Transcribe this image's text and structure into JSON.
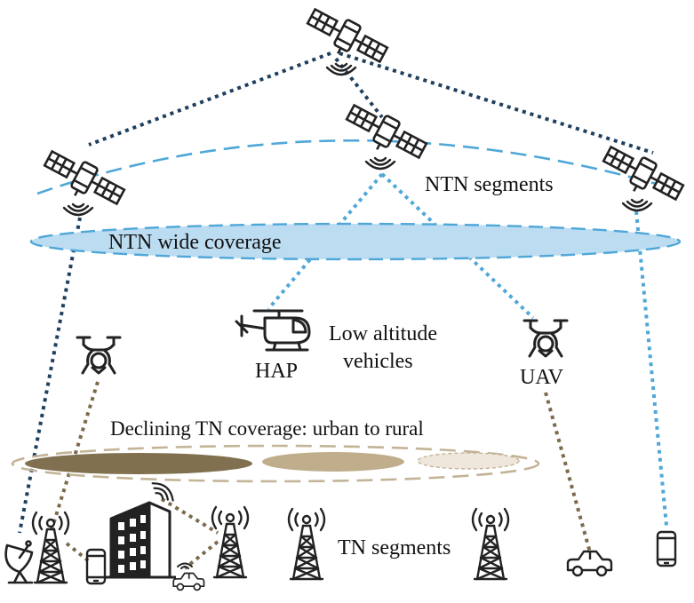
{
  "labels": {
    "ntn_segments": "NTN segments",
    "ntn_wide_coverage": "NTN wide coverage",
    "low_altitude_line1": "Low altitude",
    "low_altitude_line2": "vehicles",
    "hap": "HAP",
    "uav": "UAV",
    "declining_tn": "Declining TN coverage: urban to rural",
    "tn_segments": "TN segments"
  },
  "colors": {
    "satellite_link": "#1f3f5e",
    "ntn_link": "#4fa7d8",
    "ntn_arc": "#4fa7d8",
    "ntn_coverage_fill": "#bcdcf1",
    "tn_link": "#7b6a4c",
    "tn_coverage_urban": "#80704f",
    "tn_coverage_suburban": "#bfad8c",
    "tn_coverage_rural": "#efe7dc",
    "tn_coverage_border": "#c3b497",
    "icon_stroke": "#222222"
  },
  "icons": [
    "satellite-icon",
    "helicopter-icon",
    "drone-icon",
    "tower-icon",
    "building-icon",
    "phone-icon",
    "car-icon",
    "satellite-dish-icon"
  ]
}
